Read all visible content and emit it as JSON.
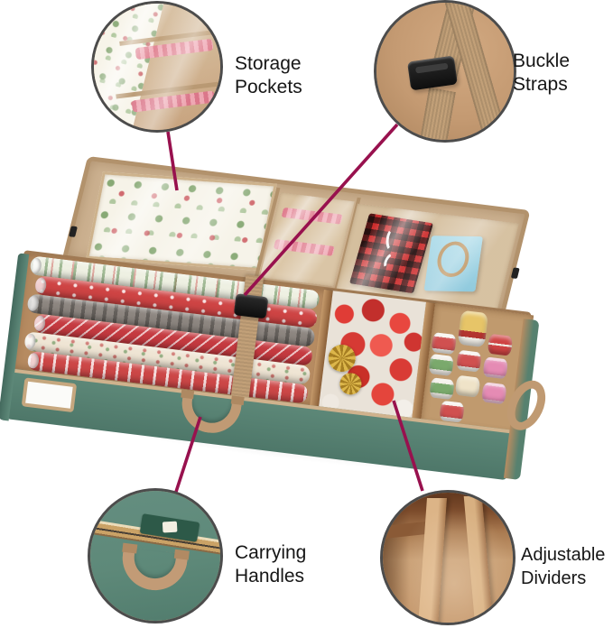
{
  "style": {
    "background": "#ffffff",
    "connector_color": "#98114E",
    "circle_border_color": "#4C4C4C",
    "label_color": "#161616",
    "bag_green": "#5E8979",
    "bag_green_dark": "#4E7769",
    "trim_tan": "#C2A07F",
    "lid_tan": "#CCB190",
    "interior_tan": "#B68B61"
  },
  "callouts": {
    "storage_pockets": {
      "line1": "Storage",
      "line2": "Pockets"
    },
    "buckle_straps": {
      "line1": "Buckle",
      "line2": "Straps"
    },
    "carrying_handles": {
      "line1": "Carrying",
      "line2": "Handles"
    },
    "adjustable_dividers": {
      "line1": "Adjustable",
      "line2": "Dividers"
    }
  }
}
